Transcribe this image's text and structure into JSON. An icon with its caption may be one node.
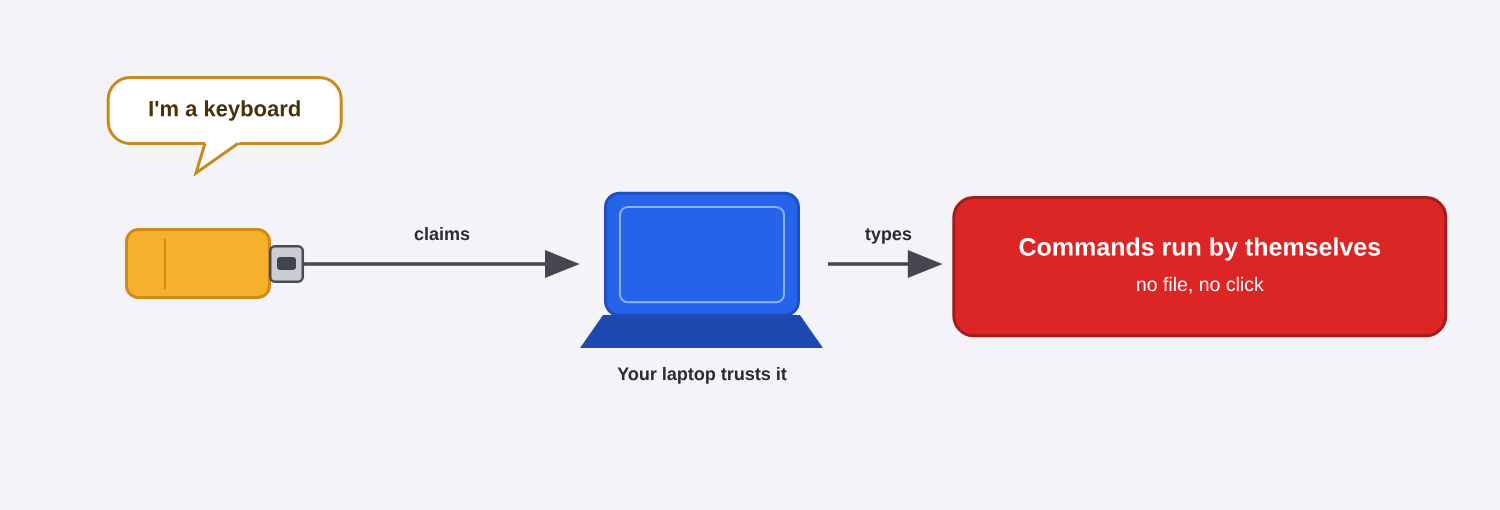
{
  "diagram": {
    "nodes": [
      {
        "text": [
          "I'm a keyboard"
        ]
      },
      {
        "text": [],
        "shape": "picture"
      },
      {
        "text": [],
        "shape": "picture",
        "beside": [
          "Your laptop trusts it"
        ]
      },
      {
        "text": [
          "Commands run by themselves",
          "no file, no click"
        ]
      }
    ],
    "edges": [
      {
        "from": 1,
        "to": 2,
        "arrow": "to",
        "label": "claims"
      },
      {
        "from": 2,
        "to": 3,
        "arrow": "to",
        "label": "types"
      }
    ]
  }
}
